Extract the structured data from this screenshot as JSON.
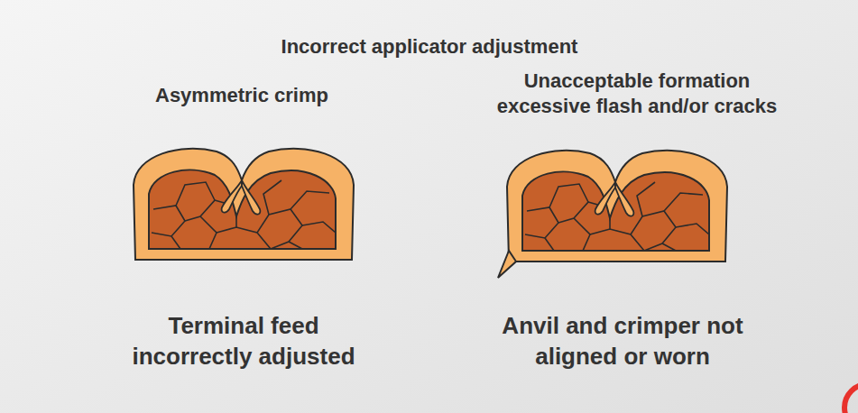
{
  "diagram": {
    "title": "Incorrect applicator adjustment",
    "labels": [
      "Asymmetric crimp",
      "Unacceptable formation excessive flash and/or cracks",
      "Terminal feed incorrectly adjusted",
      "Anvil and crimper not aligned or worn"
    ]
  }
}
